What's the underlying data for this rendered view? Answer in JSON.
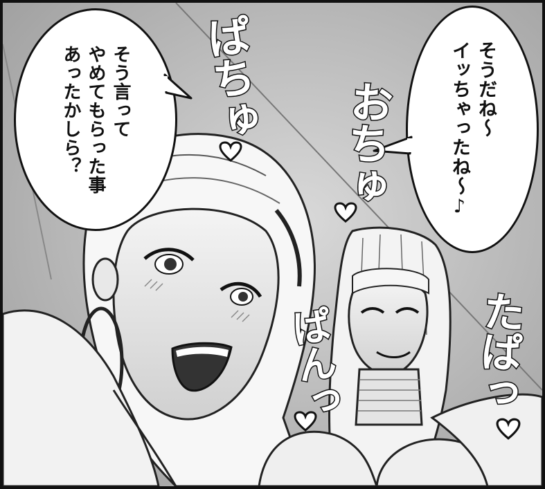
{
  "panel": {
    "description_free": true,
    "colors": {
      "ink": "#111111",
      "paper": "#ffffff",
      "screen_tone": "#cfcfcf"
    }
  },
  "bubbles": {
    "left_text": "そう言って\nやめてもらった事\nあったかしら？",
    "right_text": "そうだね〜\nイッちゃったね〜♪"
  },
  "sfx": {
    "pachu": "ぱちゅ",
    "ochu": "おちゅ",
    "pan": "ぱんっ",
    "tapa": "たぱっ"
  },
  "icons": [
    "heart-icon"
  ]
}
